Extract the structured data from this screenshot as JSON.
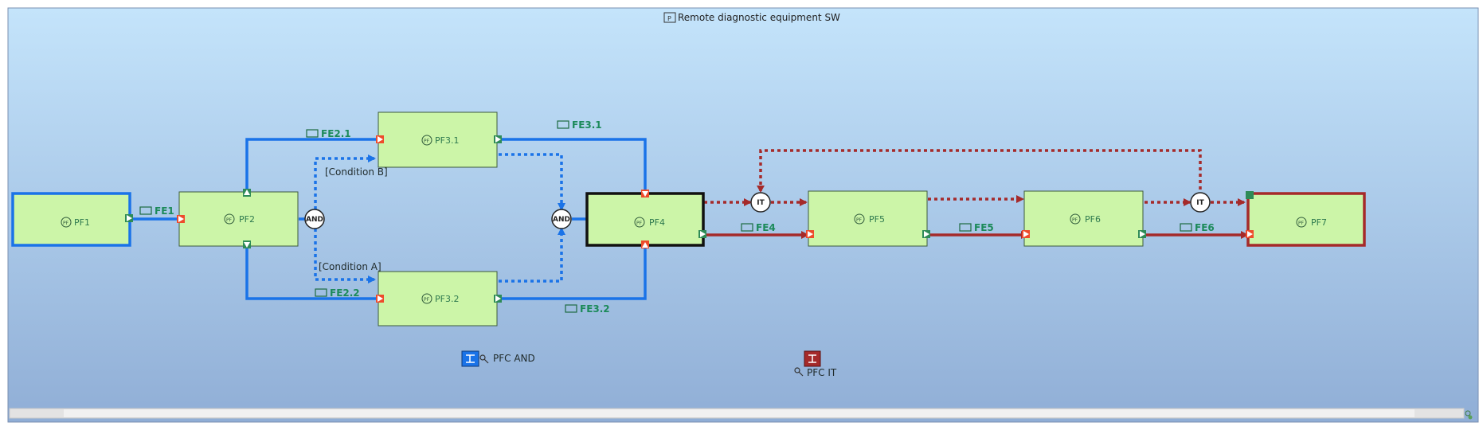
{
  "diagram": {
    "title": "Remote diagnostic equipment SW",
    "functions": {
      "pf1": "PF1",
      "pf2": "PF2",
      "pf31": "PF3.1",
      "pf32": "PF3.2",
      "pf4": "PF4",
      "pf5": "PF5",
      "pf6": "PF6",
      "pf7": "PF7"
    },
    "function_icon_text": "PF",
    "flows": {
      "fe1": "FE1",
      "fe21": "FE2.1",
      "fe22": "FE2.2",
      "fe31": "FE3.1",
      "fe32": "FE3.2",
      "fe4": "FE4",
      "fe5": "FE5",
      "fe6": "FE6"
    },
    "conditions": {
      "b": "[Condition B]",
      "a": "[Condition A]"
    },
    "gates": {
      "and1": "AND",
      "and2": "AND",
      "it1": "IT",
      "it2": "IT"
    },
    "legend": {
      "pfc_and": "PFC AND",
      "pfc_it": "PFC IT"
    },
    "colors": {
      "blue": "#1a73e8",
      "red": "#a52a2a",
      "box_fill": "#ccf5a8",
      "bg_top": "#c4e4fb",
      "bg_bottom": "#90aed6"
    }
  }
}
